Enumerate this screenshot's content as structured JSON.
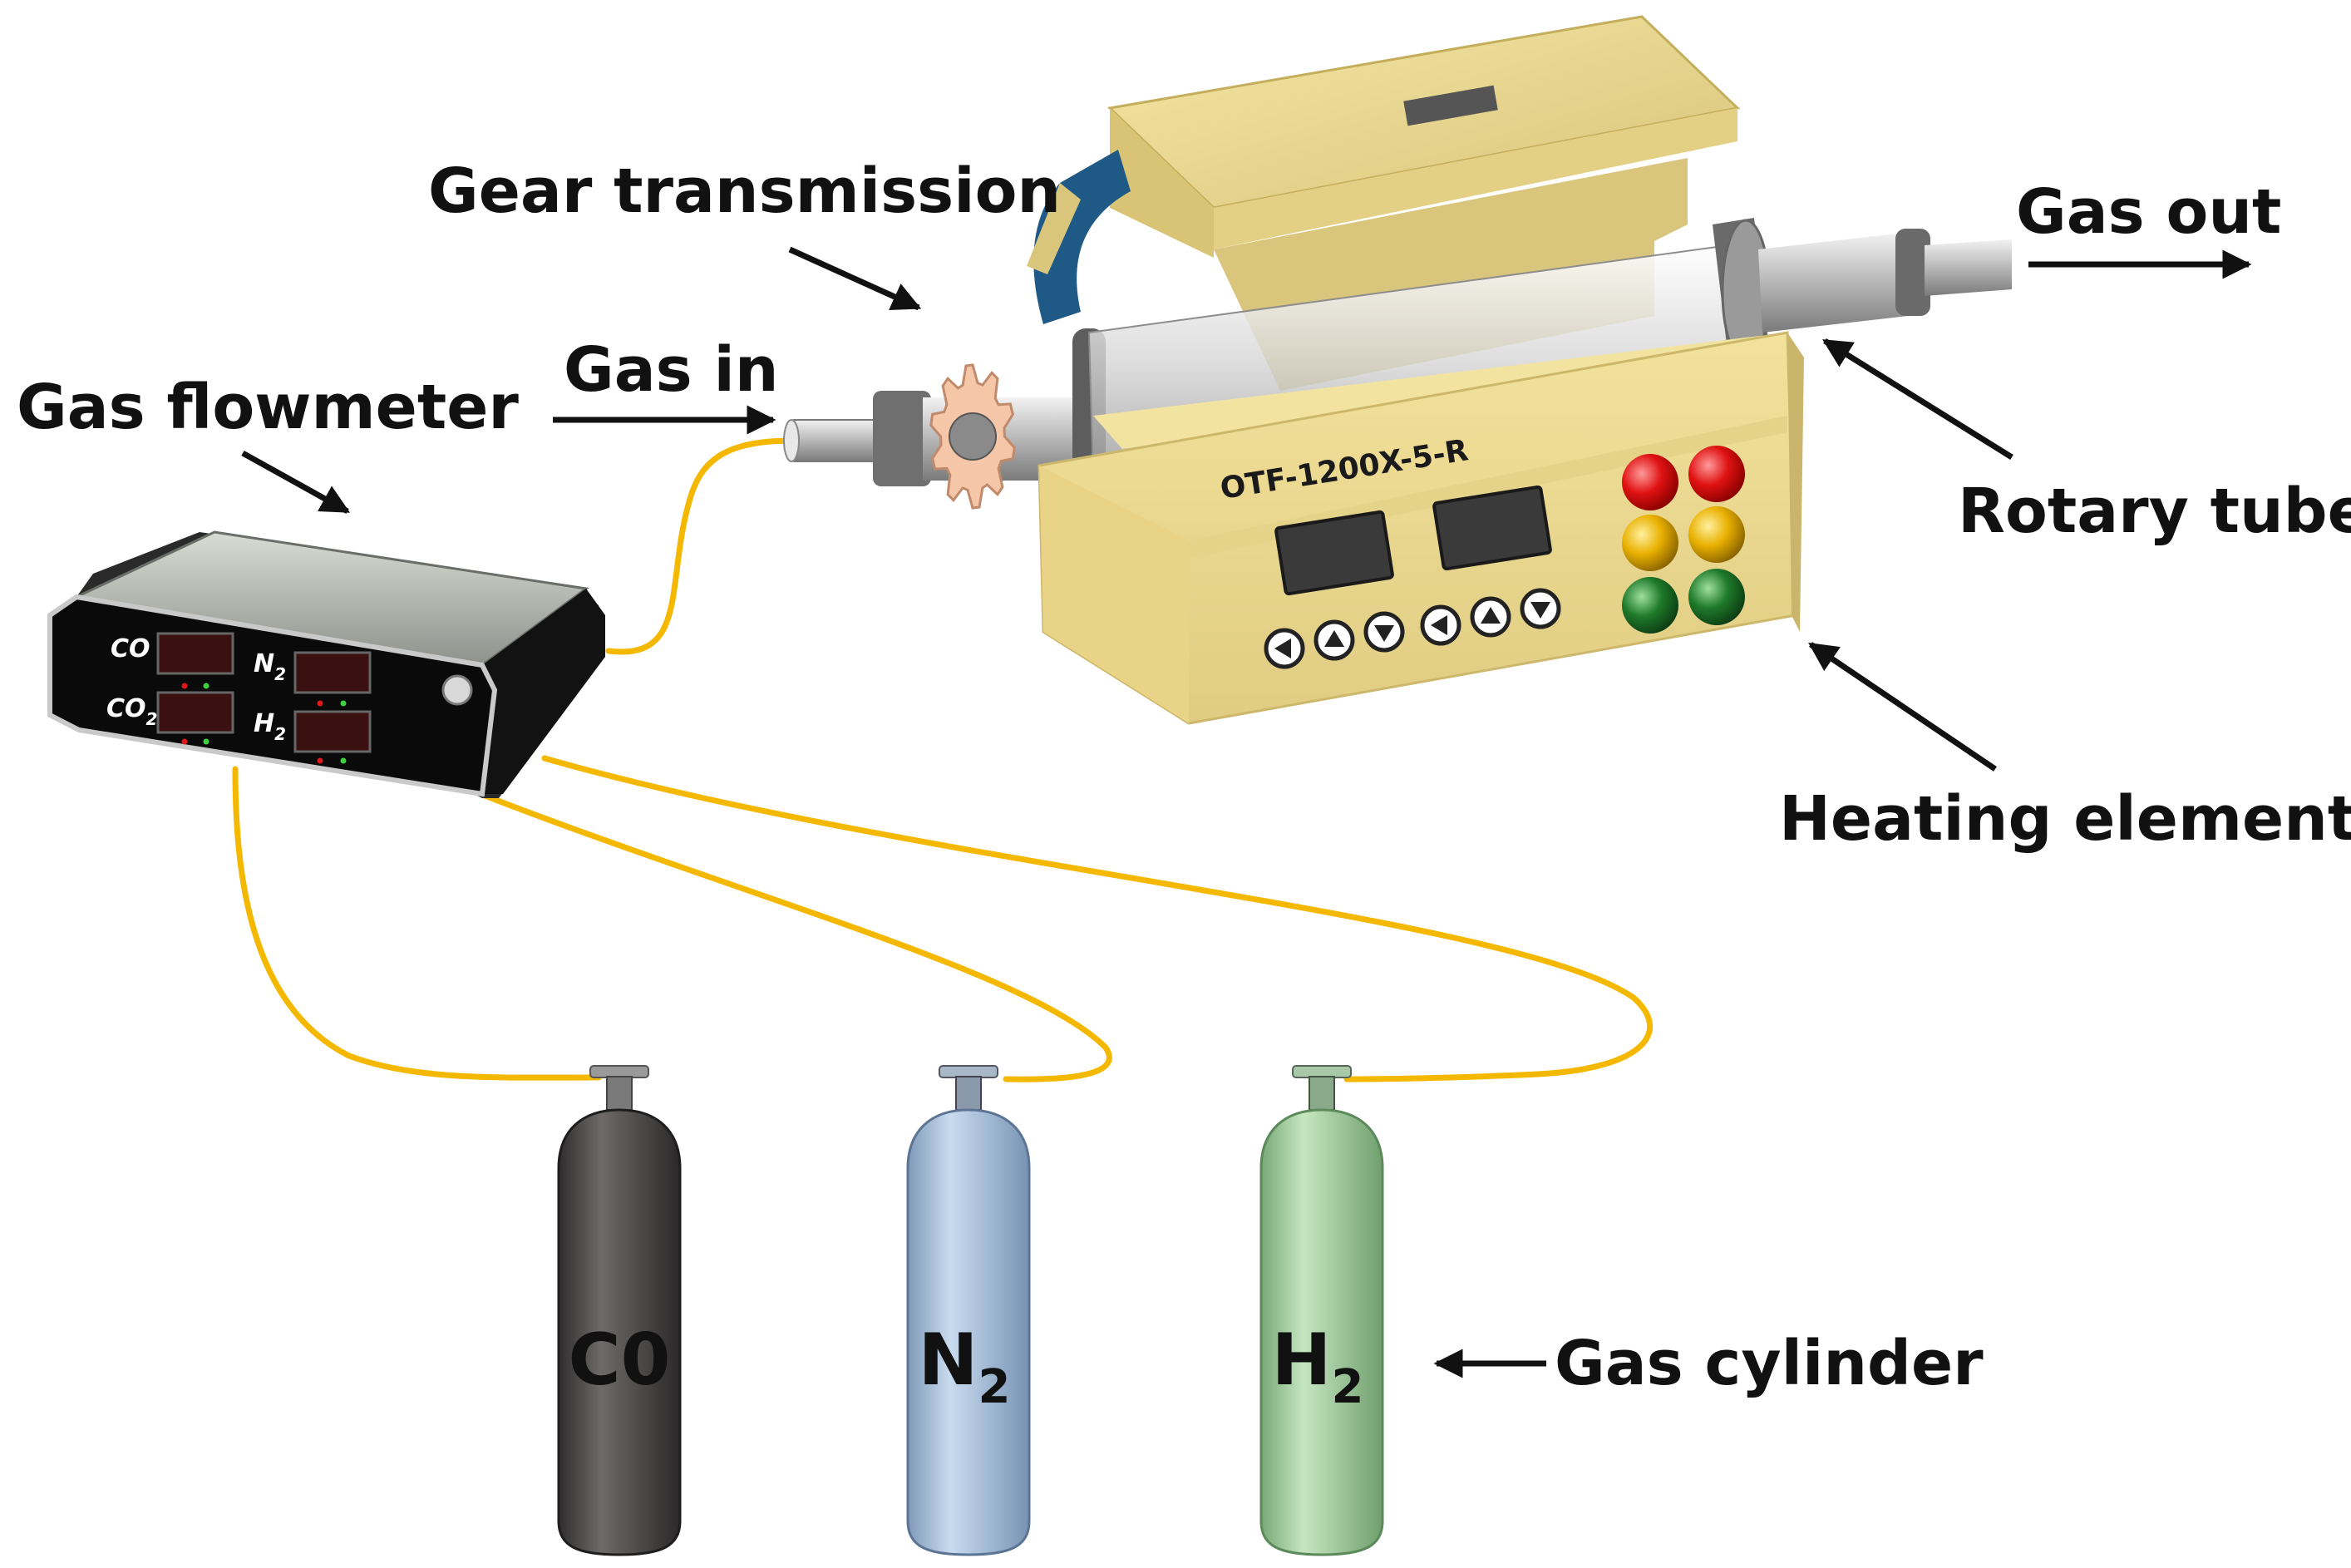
{
  "labels": {
    "gear_transmission": "Gear transmission",
    "gas_out": "Gas out",
    "gas_in": "Gas in",
    "gas_flowmeter": "Gas flowmeter",
    "rotary_tube": "Rotary tube",
    "heating_element": "Heating element",
    "gas_cylinder": "Gas cylinder"
  },
  "furnace": {
    "model": "OTF-1200X-5-R"
  },
  "flowmeter": {
    "channels": [
      {
        "main": "CO",
        "sub": ""
      },
      {
        "main": "N",
        "sub": "2"
      },
      {
        "main": "CO",
        "sub": "2"
      },
      {
        "main": "H",
        "sub": "2"
      }
    ]
  },
  "cylinders": [
    {
      "main": "C0",
      "sub": "",
      "color": "#4a4848"
    },
    {
      "main": "N",
      "sub": "2",
      "color": "#9fb9d6"
    },
    {
      "main": "H",
      "sub": "2",
      "color": "#9ccc98"
    }
  ],
  "colors": {
    "gas_line": "#f5b800",
    "furnace_body": "#eedc94",
    "furnace_blue": "#1f5a86"
  }
}
